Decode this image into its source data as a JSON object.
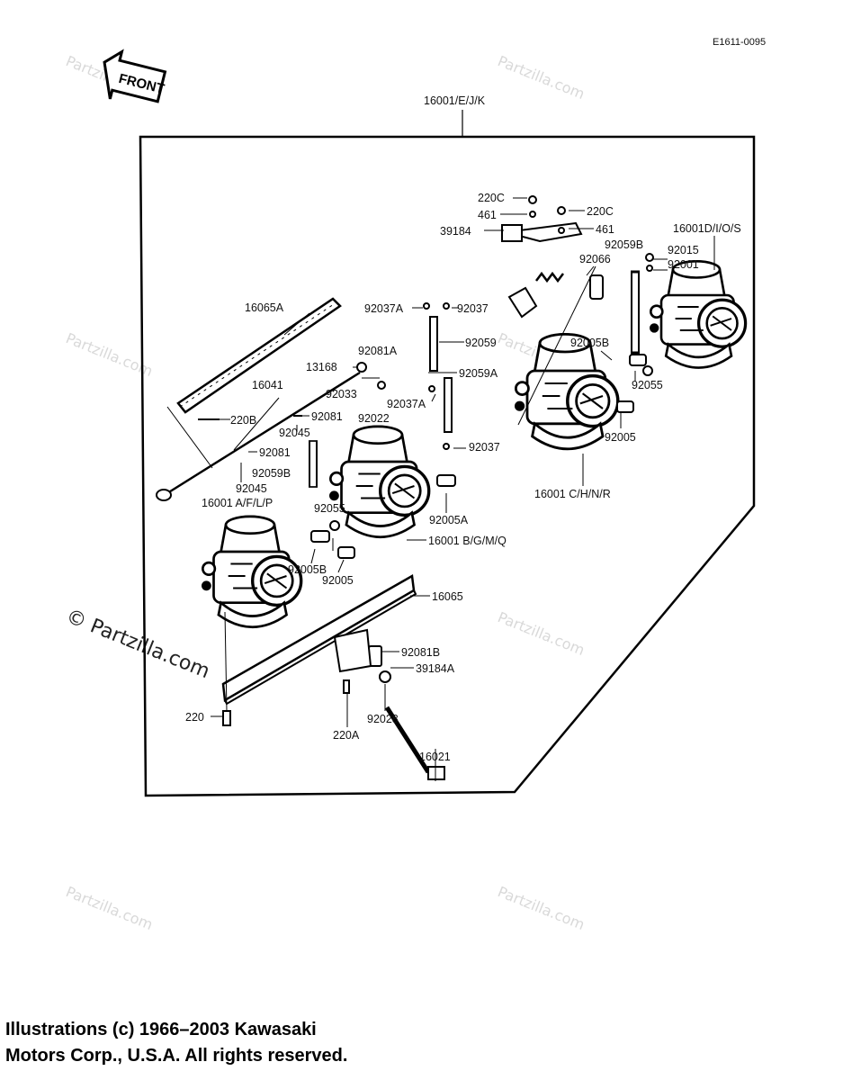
{
  "diagram_code": "E1611-0095",
  "front_badge": "FRONT",
  "watermark": "Partzilla.com",
  "labels": {
    "assembly_main": "16001/E/J/K",
    "l220c_a": "220C",
    "l461_a": "461",
    "l220c_b": "220C",
    "l461_b": "461",
    "l39184": "39184",
    "l16001_dios": "16001D/I/O/S",
    "l92059b_top": "92059B",
    "l92015": "92015",
    "l92001": "92001",
    "l92066": "92066",
    "l16065a": "16065A",
    "l92037a": "92037A",
    "l92037": "92037",
    "l92059": "92059",
    "l92081a": "92081A",
    "l13168": "13168",
    "l16041": "16041",
    "l92033": "92033",
    "l92022": "92022",
    "l92059a": "92059A",
    "l92037a_2": "92037A",
    "l92005b_r": "92005B",
    "l92055_r": "92055",
    "l220b": "220B",
    "l92081": "92081",
    "l92045": "92045",
    "l92081_2": "92081",
    "l92059b_mid": "92059B",
    "l92045_2": "92045",
    "l16001_aflp": "16001 A/F/L/P",
    "l92037_b": "92037",
    "l92005_r": "92005",
    "l16001_chnr": "16001 C/H/N/R",
    "l92055_m": "92055",
    "l92005a": "92005A",
    "l16001_bgmq": "16001 B/G/M/Q",
    "l92005b_l": "92005B",
    "l92005_m": "92005",
    "l16065": "16065",
    "l92081b": "92081B",
    "l39184a": "39184A",
    "l220": "220",
    "l220a": "220A",
    "l92028": "92028",
    "l16021": "16021"
  },
  "copyright": {
    "line1": "Illustrations (c) 1966–2003 Kawasaki",
    "line2": "Motors Corp., U.S.A.  All rights reserved."
  }
}
